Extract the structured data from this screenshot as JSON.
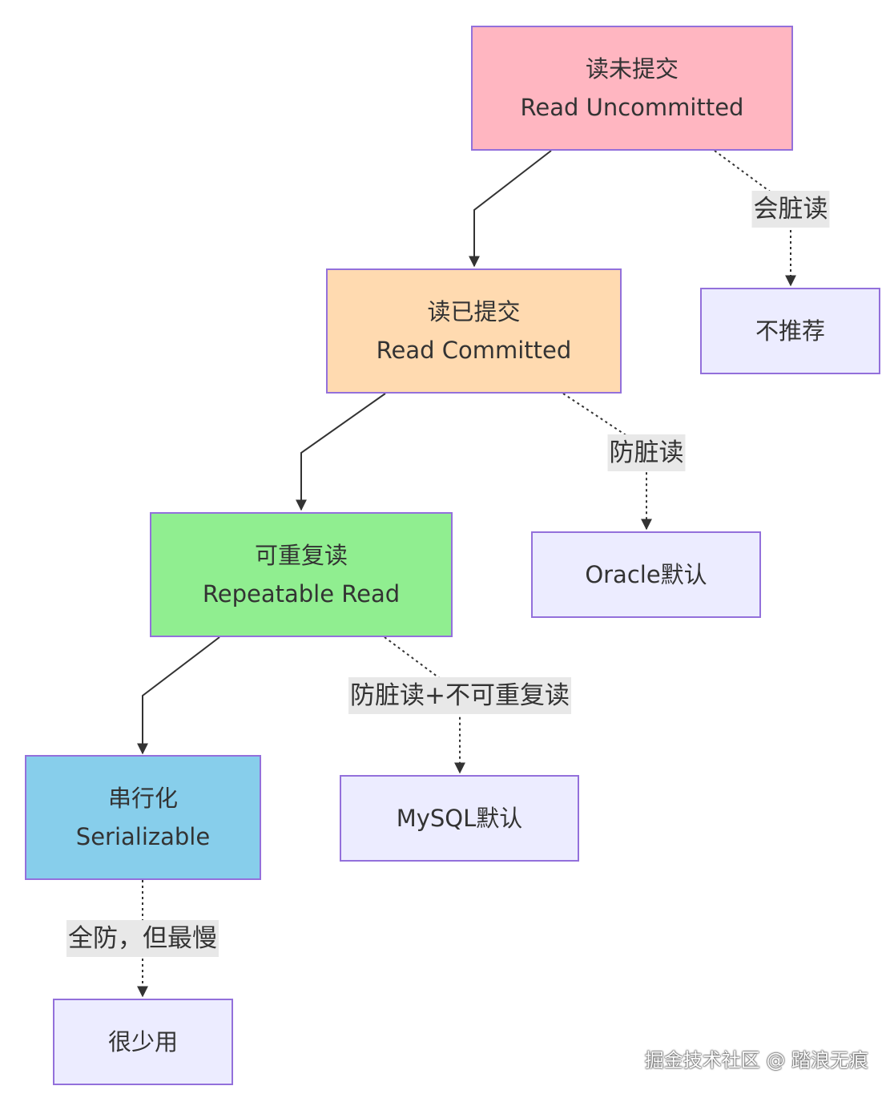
{
  "nodes": {
    "read_uncommitted": {
      "zh": "读未提交",
      "en": "Read Uncommitted",
      "fill": "#FFB6C1"
    },
    "read_committed": {
      "zh": "读已提交",
      "en": "Read Committed",
      "fill": "#FFDAB0"
    },
    "repeatable_read": {
      "zh": "可重复读",
      "en": "Repeatable Read",
      "fill": "#90EE90"
    },
    "serializable": {
      "zh": "串行化",
      "en": "Serializable",
      "fill": "#87CEEB"
    },
    "not_recommended": {
      "label": "不推荐",
      "fill": "#ECECFF"
    },
    "oracle_default": {
      "label": "Oracle默认",
      "fill": "#ECECFF"
    },
    "mysql_default": {
      "label": "MySQL默认",
      "fill": "#ECECFF"
    },
    "rarely_used": {
      "label": "很少用",
      "fill": "#ECECFF"
    }
  },
  "edges": {
    "dirty_read": "会脏读",
    "prevent_dirty": "防脏读",
    "prevent_dirty_nonrepeatable": "防脏读+不可重复读",
    "full_prevent_slowest": "全防，但最慢"
  },
  "colors": {
    "border": "#9370DB",
    "line": "#333333",
    "edge_label_bg": "#e8e8e8"
  },
  "watermark": "掘金技术社区 @ 踏浪无痕"
}
